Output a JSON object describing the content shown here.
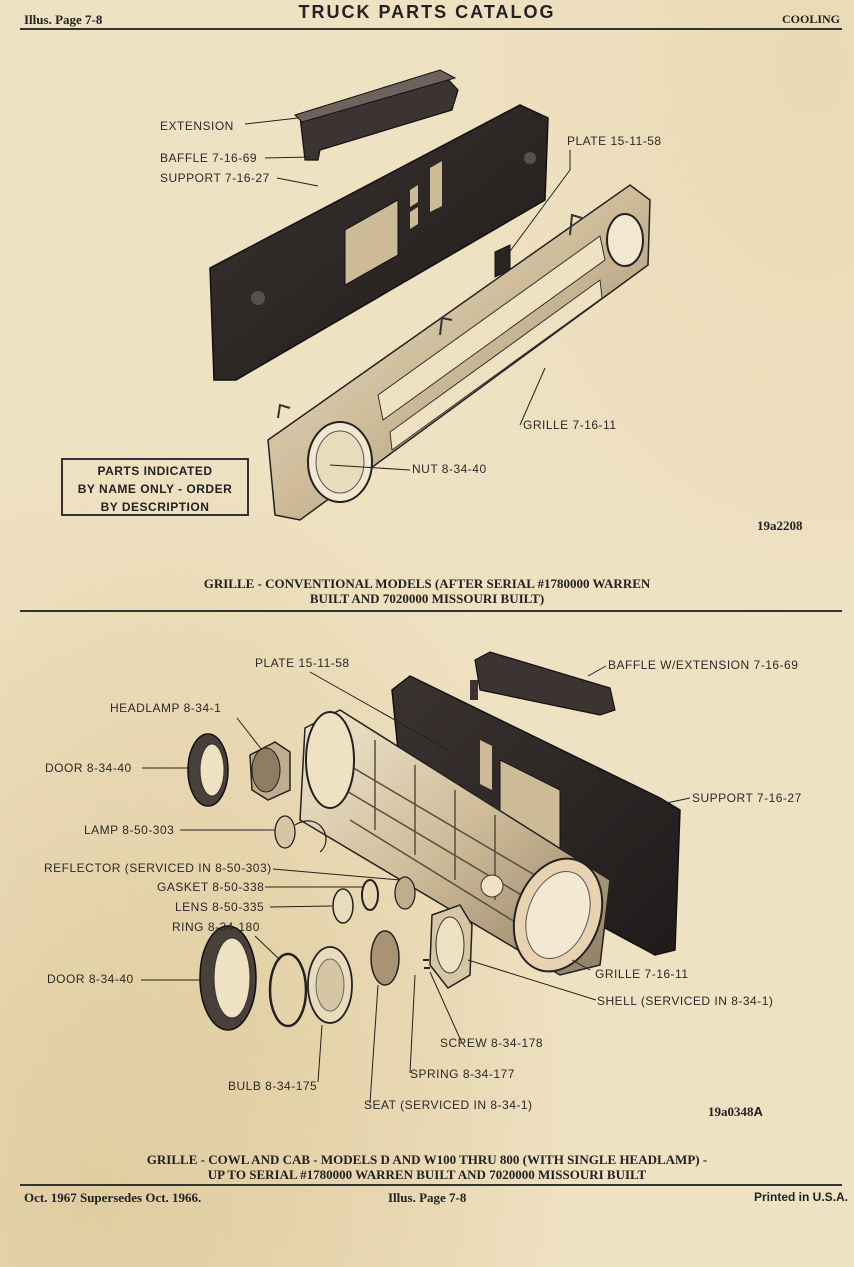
{
  "header": {
    "left": "Illus. Page 7-8",
    "title": "TRUCK PARTS CATALOG",
    "right": "COOLING"
  },
  "figure1": {
    "labels": {
      "extension": "EXTENSION",
      "baffle": "BAFFLE 7-16-69",
      "support": "SUPPORT 7-16-27",
      "plate": "PLATE 15-11-58",
      "grille": "GRILLE 7-16-11",
      "nut": "NUT 8-34-40"
    },
    "note_lines": [
      "PARTS INDICATED",
      "BY NAME ONLY - ORDER",
      "BY DESCRIPTION"
    ],
    "ref": "19a2208",
    "caption_lines": [
      "GRILLE - CONVENTIONAL MODELS (AFTER SERIAL #1780000 WARREN",
      "BUILT AND 7020000 MISSOURI BUILT)"
    ]
  },
  "figure2": {
    "labels": {
      "plate": "PLATE 15-11-58",
      "baffle": "BAFFLE W/EXTENSION 7-16-69",
      "headlamp": "HEADLAMP 8-34-1",
      "door1": "DOOR 8-34-40",
      "support": "SUPPORT 7-16-27",
      "lamp": "LAMP 8-50-303",
      "reflector": "REFLECTOR (SERVICED IN 8-50-303)",
      "gasket": "GASKET 8-50-338",
      "lens": "LENS 8-50-335",
      "ring": "RING 8-34-180",
      "door2": "DOOR 8-34-40",
      "grille": "GRILLE 7-16-11",
      "shell": "SHELL (SERVICED IN 8-34-1)",
      "screw": "SCREW  8-34-178",
      "spring": "SPRING 8-34-177",
      "bulb": "BULB 8-34-175",
      "seat": "SEAT (SERVICED IN 8-34-1)"
    },
    "ref": "19a0348",
    "ref_suffix": "A",
    "caption_lines": [
      "GRILLE - COWL AND CAB - MODELS D AND W100 THRU 800 (WITH SINGLE HEADLAMP) -",
      "UP TO SERIAL #1780000 WARREN BUILT AND 7020000 MISSOURI BUILT"
    ]
  },
  "footer": {
    "left": "Oct. 1967 Supersedes Oct. 1966.",
    "center": "Illus. Page 7-8",
    "right": "Printed in U.S.A."
  }
}
